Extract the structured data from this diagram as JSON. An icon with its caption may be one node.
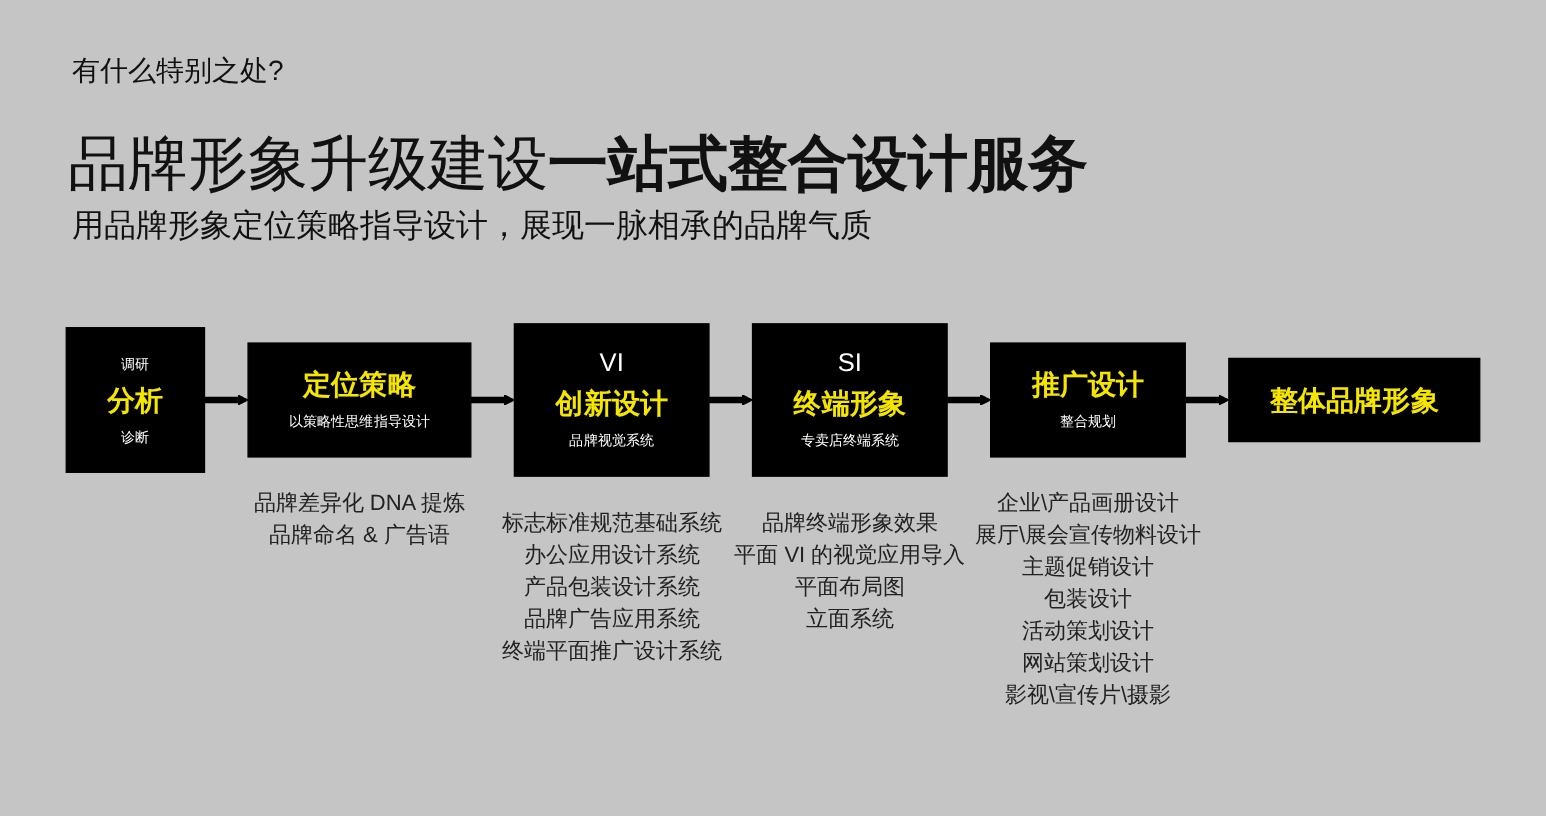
{
  "diagram": {
    "title": "品牌形象升级建设**一站式整合设计服务**",
    "nodes": [
      {
        "text": [
          "调研",
          "分析",
          "诊断"
        ]
      },
      {
        "text": [
          "定位策略",
          "以策略性思维指导设计"
        ],
        "beside": [
          "品牌差异化 DNA 提炼",
          "品牌命名 & 广告语"
        ]
      },
      {
        "text": [
          "VI",
          "创新设计",
          "品牌视觉系统"
        ],
        "beside": [
          "标志标准规范基础系统",
          "办公应用设计系统",
          "产品包装设计系统",
          "品牌广告应用系统",
          "终端平面推广设计系统"
        ]
      },
      {
        "text": [
          "SI",
          "终端形象",
          "专卖店终端系统"
        ],
        "beside": [
          "品牌终端形象效果",
          "平面 VI 的视觉应用导入",
          "平面布局图",
          "立面系统"
        ]
      },
      {
        "text": [
          "推广设计",
          "整合规划"
        ],
        "beside": [
          "企业\\产品画册设计",
          "展厅\\展会宣传物料设计",
          "主题促销设计",
          "包装设计",
          "活动策划设计",
          "网站策划设计",
          "影视\\宣传片\\摄影"
        ]
      },
      {
        "text": [
          "整体品牌形象"
        ]
      }
    ],
    "edges": [
      {
        "from": 0,
        "to": 1,
        "arrow": "to"
      },
      {
        "from": 1,
        "to": 2,
        "arrow": "to"
      },
      {
        "from": 2,
        "to": 3,
        "arrow": "to"
      },
      {
        "from": 3,
        "to": 4,
        "arrow": "to"
      },
      {
        "from": 4,
        "to": 5,
        "arrow": "to"
      }
    ],
    "labels": [
      "有什么特别之处?",
      "用品牌形象定位策略指导设计，展现一脉相承的品牌气质"
    ]
  }
}
